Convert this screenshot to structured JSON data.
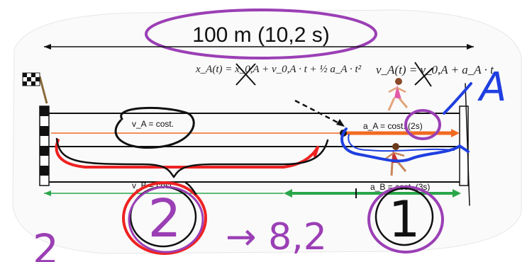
{
  "title": "100 m   (10,2 s)",
  "formula_a": "x_A(t) = x_0,A + v_0,A · t + ½ a_A · t²",
  "formula_b": "v_A(t) = v_0,A + a_A · t",
  "labels": {
    "upper_constant_velocity": "v_A = cost.",
    "upper_constant_acceleration": "a_A = cost. (2s)",
    "lower_constant_velocity": "v_B = cost.",
    "lower_constant_acceleration": "a_B = cost. (3s)"
  },
  "handwriting": {
    "runner_letter": "A",
    "left_number": "2",
    "big_two": "2",
    "big_one": "1",
    "arrow_value": "→ 8,2",
    "bottom_left": "2"
  },
  "colors": {
    "purple": "#9b3fb5",
    "red": "#ee2222",
    "blue": "#1f3fe0",
    "orange": "#f26a21",
    "green": "#2aa64a",
    "black": "#111111"
  },
  "icons": [
    "checkered-flag-icon",
    "runner-top-icon",
    "runner-bottom-icon"
  ]
}
